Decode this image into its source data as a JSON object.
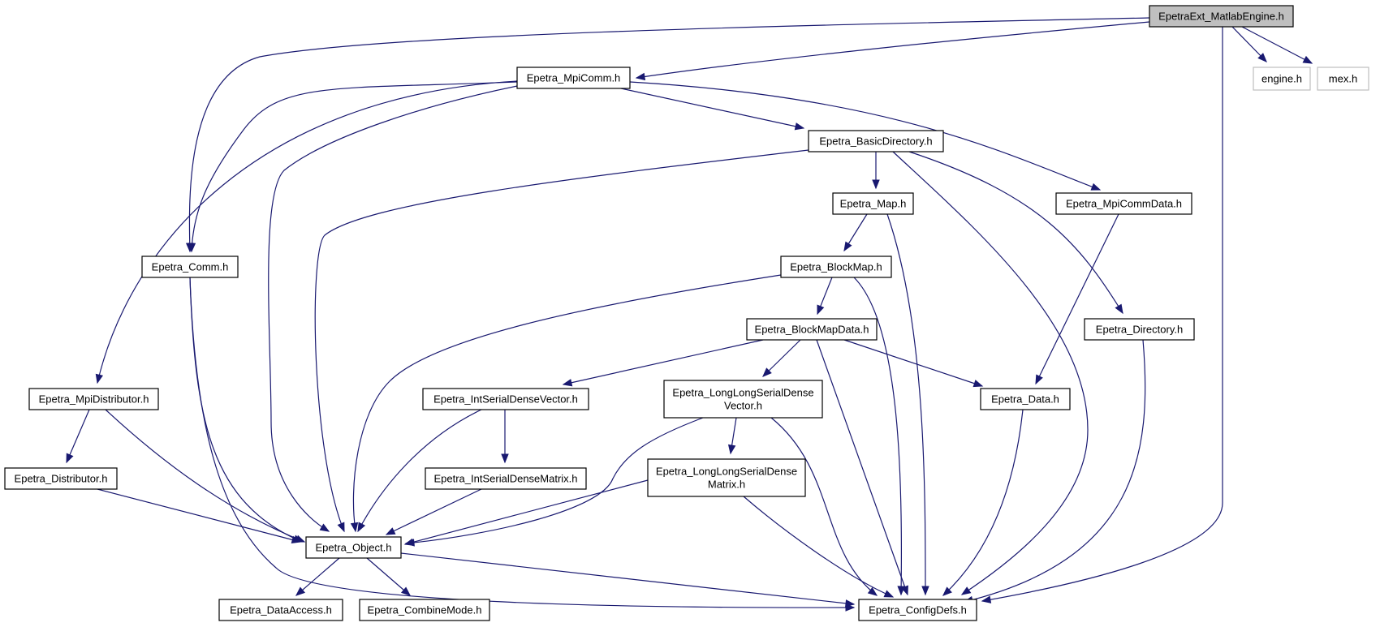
{
  "graph": {
    "colors": {
      "edge": "#191970",
      "node_border": "#000000",
      "external_border": "#bfbfbf",
      "root_fill": "#bfbfbf"
    },
    "nodes": {
      "root": {
        "label": [
          "EpetraExt_MatlabEngine.h"
        ]
      },
      "engine": {
        "label": [
          "engine.h"
        ]
      },
      "mex": {
        "label": [
          "mex.h"
        ]
      },
      "mpicomm": {
        "label": [
          "Epetra_MpiComm.h"
        ]
      },
      "basicdir": {
        "label": [
          "Epetra_BasicDirectory.h"
        ]
      },
      "map": {
        "label": [
          "Epetra_Map.h"
        ]
      },
      "mpicommdata": {
        "label": [
          "Epetra_MpiCommData.h"
        ]
      },
      "comm": {
        "label": [
          "Epetra_Comm.h"
        ]
      },
      "blockmap": {
        "label": [
          "Epetra_BlockMap.h"
        ]
      },
      "blockmapdata": {
        "label": [
          "Epetra_BlockMapData.h"
        ]
      },
      "directory": {
        "label": [
          "Epetra_Directory.h"
        ]
      },
      "mpidist": {
        "label": [
          "Epetra_MpiDistributor.h"
        ]
      },
      "intvec": {
        "label": [
          "Epetra_IntSerialDenseVector.h"
        ]
      },
      "llvec": {
        "label": [
          "Epetra_LongLongSerialDense",
          "Vector.h"
        ]
      },
      "data": {
        "label": [
          "Epetra_Data.h"
        ]
      },
      "dist": {
        "label": [
          "Epetra_Distributor.h"
        ]
      },
      "intmat": {
        "label": [
          "Epetra_IntSerialDenseMatrix.h"
        ]
      },
      "llmat": {
        "label": [
          "Epetra_LongLongSerialDense",
          "Matrix.h"
        ]
      },
      "object": {
        "label": [
          "Epetra_Object.h"
        ]
      },
      "dataaccess": {
        "label": [
          "Epetra_DataAccess.h"
        ]
      },
      "combinemode": {
        "label": [
          "Epetra_CombineMode.h"
        ]
      },
      "configdefs": {
        "label": [
          "Epetra_ConfigDefs.h"
        ]
      }
    },
    "edges": [
      [
        "root",
        "mpicomm"
      ],
      [
        "root",
        "comm"
      ],
      [
        "root",
        "engine"
      ],
      [
        "root",
        "mex"
      ],
      [
        "root",
        "configdefs"
      ],
      [
        "mpicomm",
        "comm"
      ],
      [
        "mpicomm",
        "mpidist"
      ],
      [
        "mpicomm",
        "object"
      ],
      [
        "mpicomm",
        "basicdir"
      ],
      [
        "mpicomm",
        "mpicommdata"
      ],
      [
        "basicdir",
        "map"
      ],
      [
        "basicdir",
        "object"
      ],
      [
        "basicdir",
        "configdefs"
      ],
      [
        "basicdir",
        "directory"
      ],
      [
        "map",
        "blockmap"
      ],
      [
        "map",
        "configdefs"
      ],
      [
        "mpicommdata",
        "data"
      ],
      [
        "comm",
        "object"
      ],
      [
        "comm",
        "configdefs"
      ],
      [
        "blockmap",
        "blockmapdata"
      ],
      [
        "blockmap",
        "object"
      ],
      [
        "blockmap",
        "configdefs"
      ],
      [
        "blockmapdata",
        "intvec"
      ],
      [
        "blockmapdata",
        "llvec"
      ],
      [
        "blockmapdata",
        "data"
      ],
      [
        "blockmapdata",
        "configdefs"
      ],
      [
        "directory",
        "configdefs"
      ],
      [
        "mpidist",
        "dist"
      ],
      [
        "mpidist",
        "object"
      ],
      [
        "intvec",
        "intmat"
      ],
      [
        "intvec",
        "object"
      ],
      [
        "llvec",
        "llmat"
      ],
      [
        "llvec",
        "object"
      ],
      [
        "llvec",
        "configdefs"
      ],
      [
        "data",
        "configdefs"
      ],
      [
        "dist",
        "object"
      ],
      [
        "intmat",
        "object"
      ],
      [
        "llmat",
        "object"
      ],
      [
        "llmat",
        "configdefs"
      ],
      [
        "object",
        "dataaccess"
      ],
      [
        "object",
        "combinemode"
      ],
      [
        "object",
        "configdefs"
      ]
    ]
  }
}
